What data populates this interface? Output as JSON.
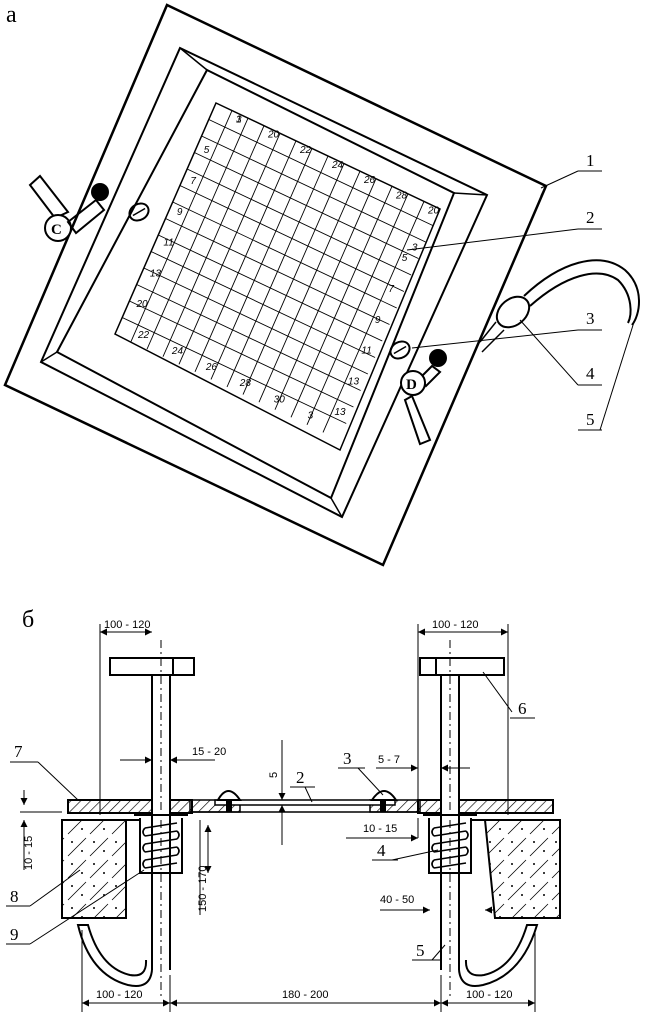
{
  "panel_a": {
    "label": "а",
    "callouts": [
      "1",
      "2",
      "3",
      "4",
      "5"
    ],
    "handle_letters": [
      "C",
      "D"
    ],
    "grid_numbers": [
      "1",
      "20",
      "22",
      "24",
      "26",
      "28",
      "20",
      "3",
      "5",
      "7",
      "9",
      "11",
      "13",
      "20",
      "22",
      "24",
      "26",
      "28",
      "30",
      "3",
      "5",
      "7",
      "9",
      "11",
      "13",
      "13",
      "3"
    ]
  },
  "panel_b": {
    "label": "б",
    "callouts": [
      "7",
      "2",
      "3",
      "6",
      "8",
      "9",
      "4",
      "5"
    ],
    "dimensions": [
      "100 - 120",
      "100 - 120",
      "15 - 20",
      "5",
      "5 - 7",
      "10 - 15",
      "10 - 15",
      "150 - 170",
      "40 - 50",
      "100 - 120",
      "180 - 200",
      "100 - 120"
    ]
  }
}
